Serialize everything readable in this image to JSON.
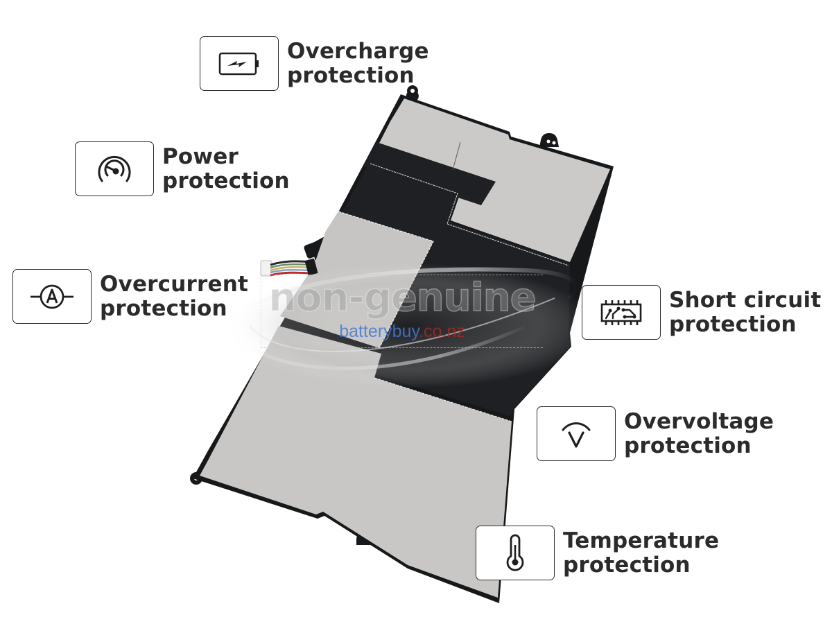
{
  "product": {
    "name": "laptop-battery",
    "colors": {
      "panel_light": "#c9c8c6",
      "panel_dark": "#1f2023",
      "frame": "#17181a",
      "text": "#2b2b2b",
      "border": "#2a2a2a"
    }
  },
  "watermark": {
    "main_text": "non-genuine",
    "site_brand": "batterybuy",
    "site_tld": ".co.nz"
  },
  "features": [
    {
      "id": "overcharge",
      "icon": "battery-charge-icon",
      "line1": "Overcharge",
      "line2": "protection"
    },
    {
      "id": "power",
      "icon": "gauge-icon",
      "line1": "Power",
      "line2": "protection"
    },
    {
      "id": "overcurrent",
      "icon": "ammeter-icon",
      "line1": "Overcurrent",
      "line2": "protection"
    },
    {
      "id": "short-circuit",
      "icon": "circuit-chip-icon",
      "line1": "Short circuit",
      "line2": "protection"
    },
    {
      "id": "overvoltage",
      "icon": "voltmeter-icon",
      "line1": "Overvoltage",
      "line2": "protection"
    },
    {
      "id": "temperature",
      "icon": "thermometer-icon",
      "line1": "Temperature",
      "line2": "protection"
    }
  ]
}
